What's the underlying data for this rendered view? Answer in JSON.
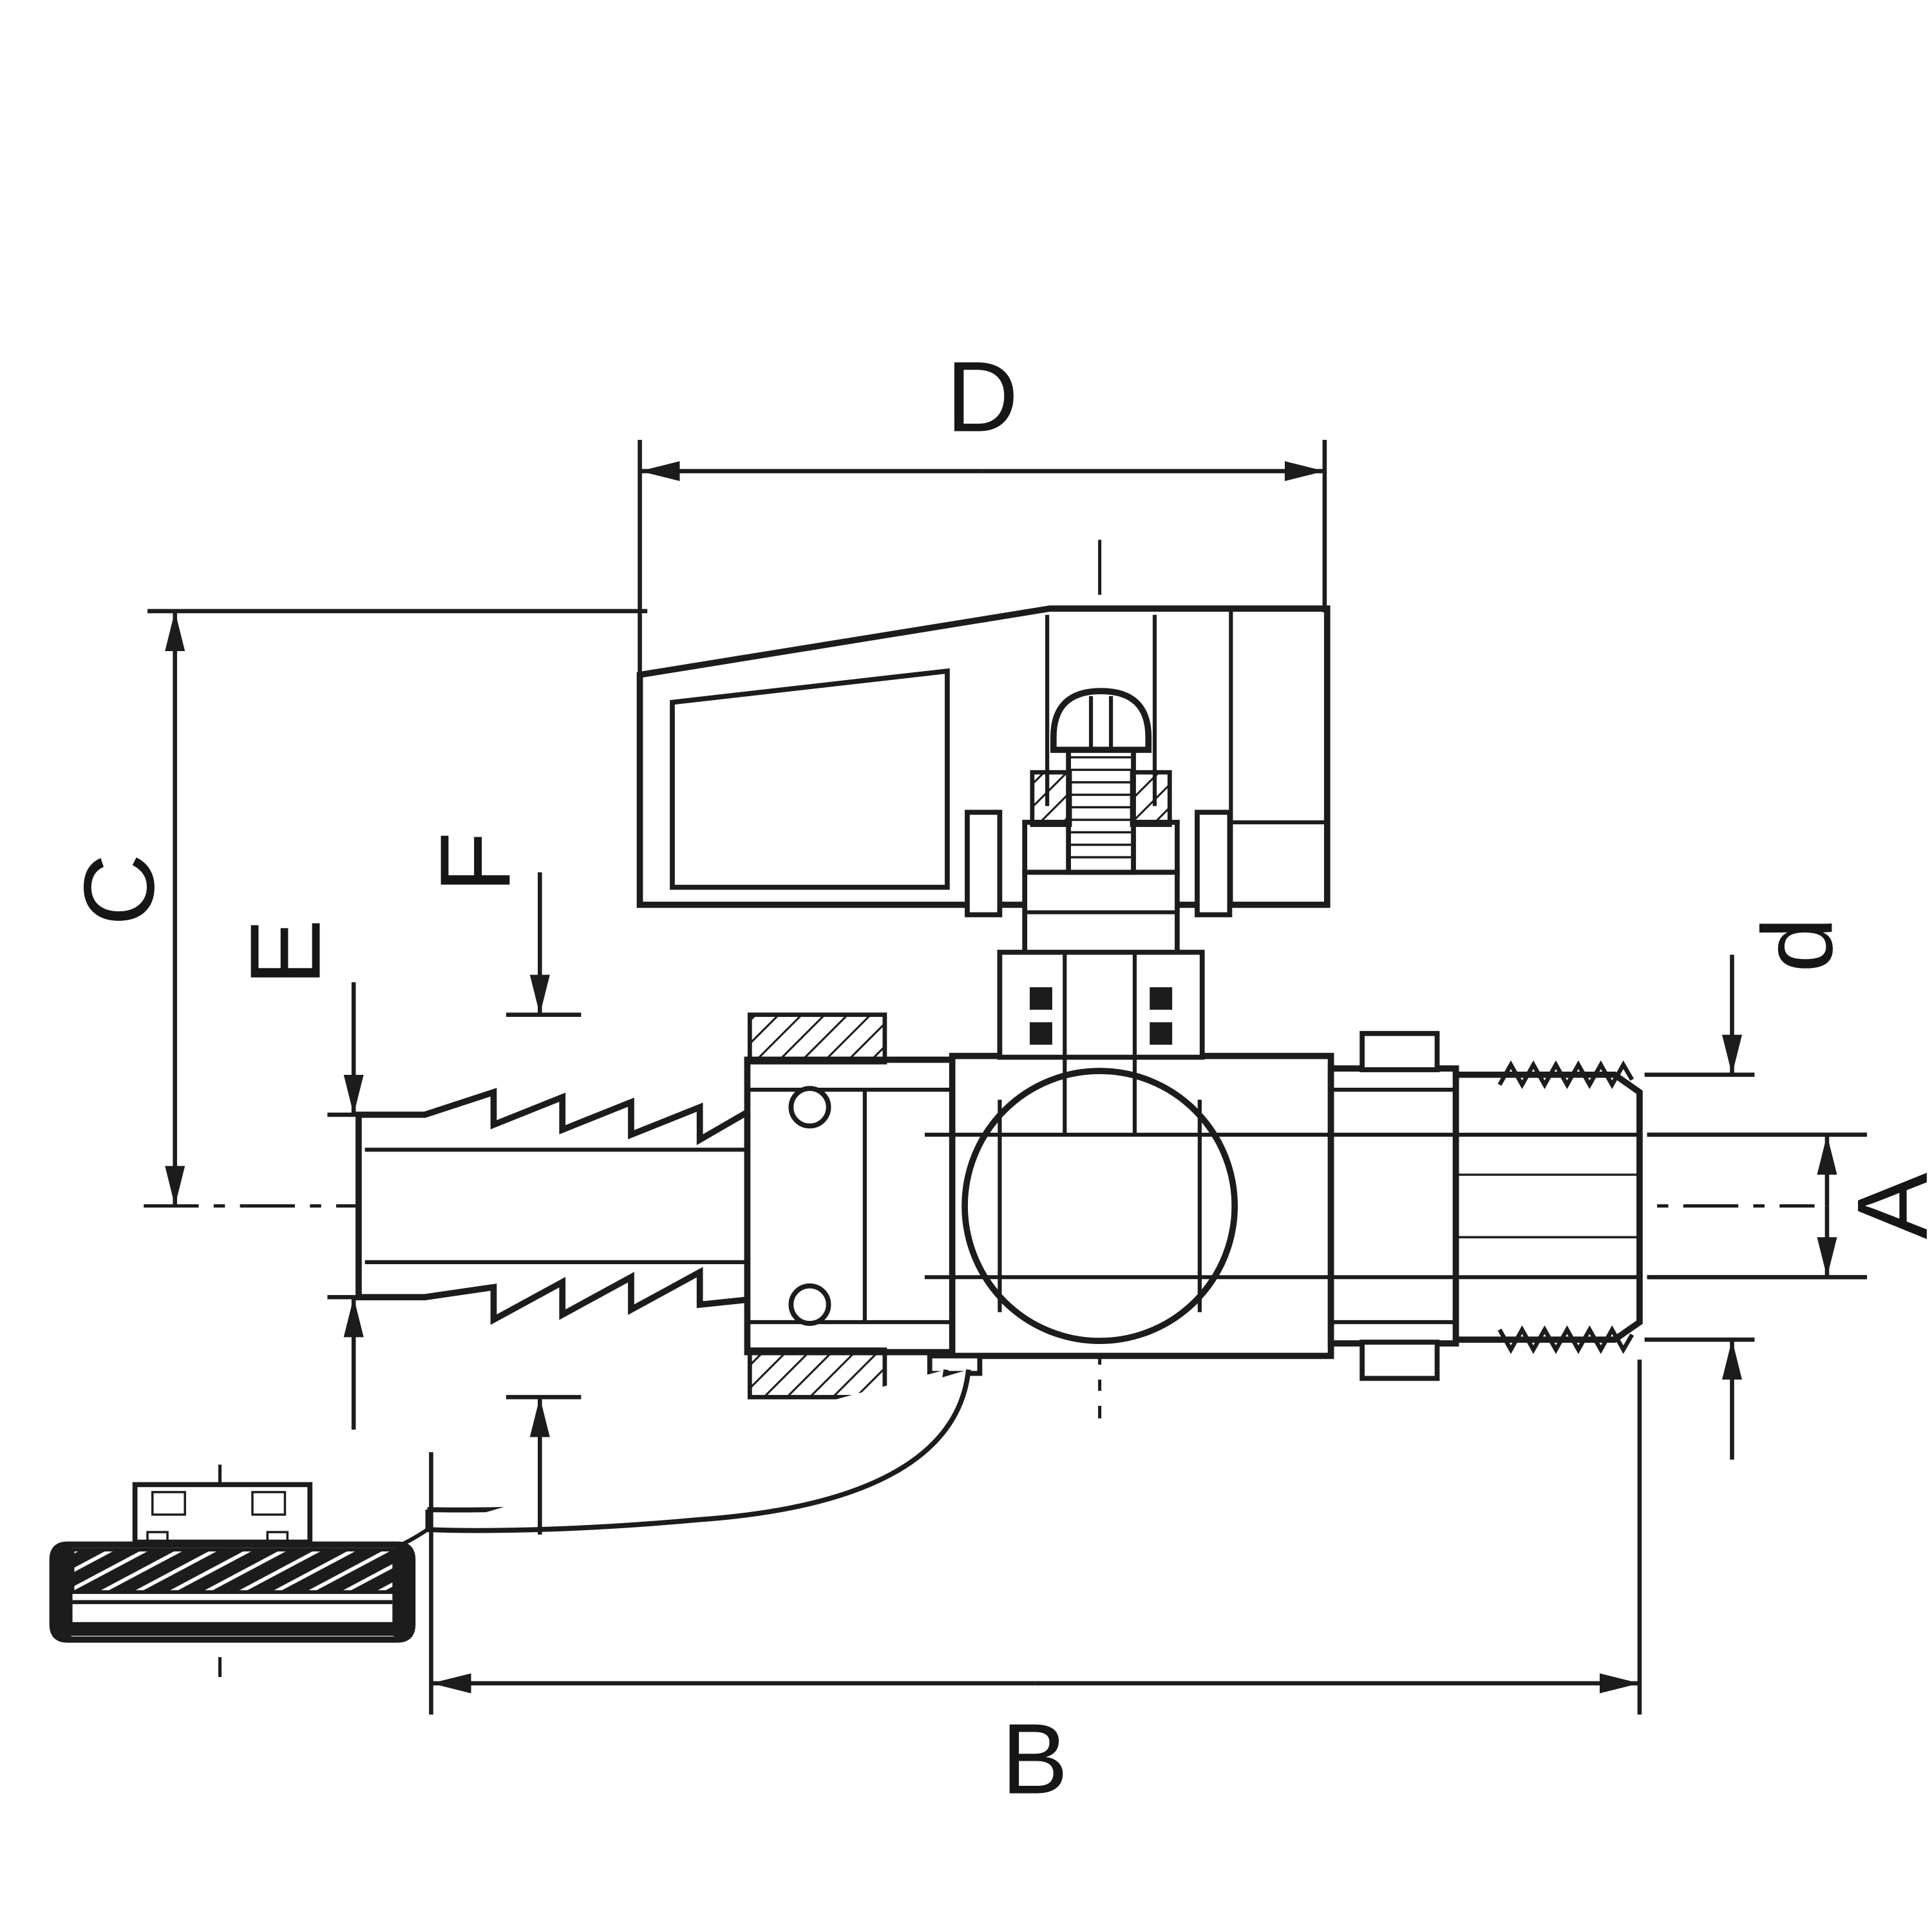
{
  "drawing": {
    "background": "#ffffff",
    "line_color": "#1c1c1c"
  },
  "dims": {
    "D": {
      "label": "D"
    },
    "C": {
      "label": "C"
    },
    "E": {
      "label": "E"
    },
    "F": {
      "label": "F"
    },
    "d": {
      "label": "d"
    },
    "A": {
      "label": "A"
    },
    "B": {
      "label": "B"
    }
  }
}
